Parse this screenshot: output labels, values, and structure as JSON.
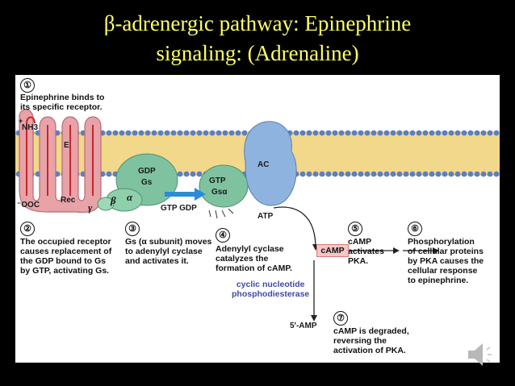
{
  "title": {
    "line1": "β-adrenergic pathway: Epinephrine",
    "line2": "signaling: (Adrenaline)"
  },
  "steps": {
    "s1": {
      "num": "①",
      "text": "Epinephrine binds to\nits specific receptor."
    },
    "s2": {
      "num": "②",
      "text": "The occupied receptor\ncauses replacement of\nthe GDP bound to Gs\nby GTP, activating Gs."
    },
    "s3": {
      "num": "③",
      "text": "Gs (α subunit) moves\nto adenylyl cyclase\nand activates it."
    },
    "s4": {
      "num": "④",
      "text": "Adenylyl cyclase\ncatalyzes the\nformation of cAMP."
    },
    "s5": {
      "num": "⑤",
      "text": "cAMP\nactivates\nPKA."
    },
    "s6": {
      "num": "⑥",
      "text": "Phosphorylation\nof cellular proteins\nby PKA causes the\ncellular response\nto epinephrine."
    },
    "s7": {
      "num": "⑦",
      "text": "cAMP is degraded,\nreversing the\nactivation of PKA."
    }
  },
  "labels": {
    "nh3": "NH3",
    "nh3_plus": "+",
    "ooc": "⁻OOC",
    "e": "E",
    "rec": "Rec",
    "gamma": "γ",
    "beta": "β",
    "alpha": "α",
    "gdp_gs": "GDP",
    "gs": "Gs",
    "gtp_top": "GTP",
    "gs_alpha": "Gsα",
    "gtp_gdp": "GTP  GDP",
    "ac": "AC",
    "atp": "ATP",
    "camp_box": "cAMP",
    "pde": "cyclic nucleotide\nphosphodiesterase",
    "amp5": "5′-AMP"
  },
  "colors": {
    "background": "#000000",
    "title": "#ffff66",
    "receptor": "#e7a3a8",
    "g_protein": "#7fc2a0",
    "adenylyl_cyclase": "#8fb3df",
    "membrane_head": "#5a7fc4",
    "membrane_tail": "#f2d88a",
    "pde_text": "#3d4aa8"
  },
  "icons": {
    "speaker": "speaker-icon"
  }
}
